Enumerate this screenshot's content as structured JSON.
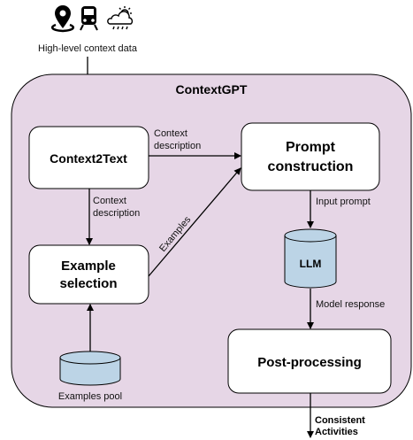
{
  "top": {
    "icons": [
      "location-pin-icon",
      "train-icon",
      "weather-icon"
    ],
    "label": "High-level context data"
  },
  "container": {
    "title": "ContextGPT",
    "fill": "#e6d6e6"
  },
  "boxes": {
    "context2text": "Context2Text",
    "prompt_line1": "Prompt",
    "prompt_line2": "construction",
    "example_line1": "Example",
    "example_line2": "selection",
    "llm": "LLM",
    "postprocessing": "Post-processing",
    "examples_pool": "Examples pool"
  },
  "edges": {
    "context_desc_right_1": "Context",
    "context_desc_right_2": "description",
    "context_desc_down_1": "Context",
    "context_desc_down_2": "description",
    "examples": "Examples",
    "input_prompt": "Input prompt",
    "model_response": "Model response",
    "output_1": "Consistent",
    "output_2": "Activities"
  },
  "colors": {
    "cylinder": "#bcd4e6",
    "stroke": "#000000"
  }
}
